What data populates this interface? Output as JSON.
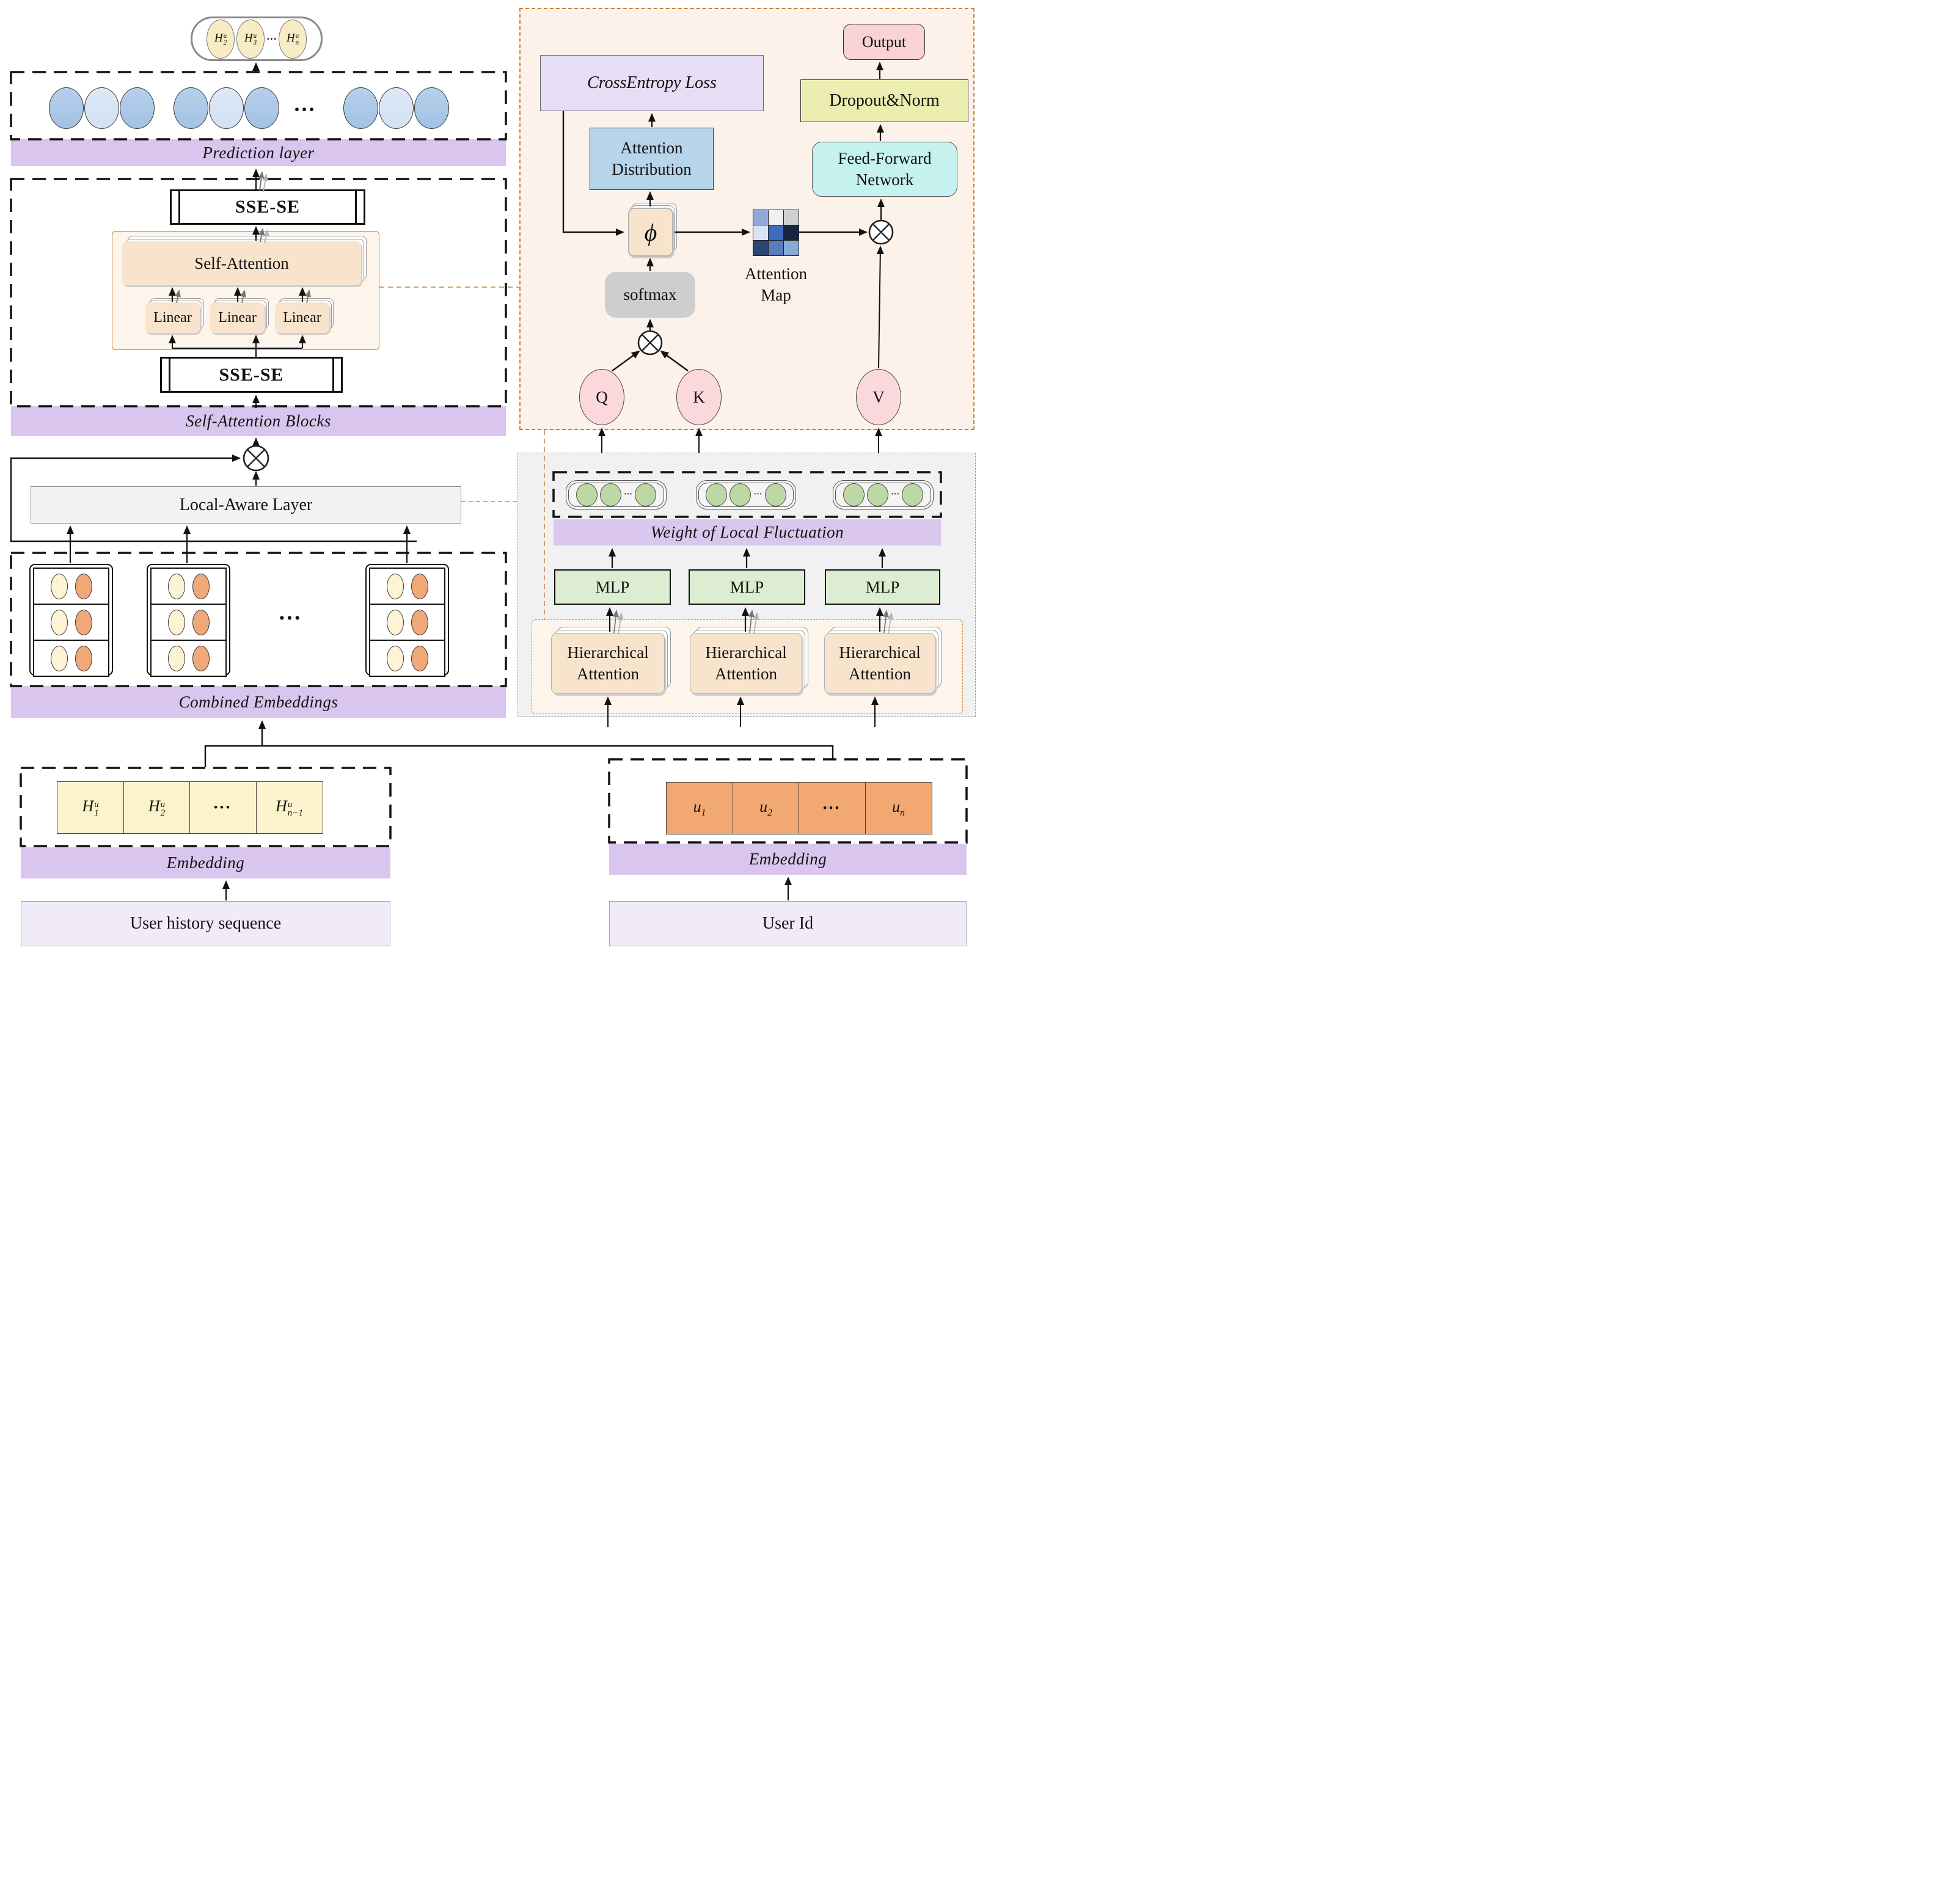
{
  "diagram": {
    "left": {
      "output_capsule": {
        "tokens": [
          {
            "base": "H",
            "sup": "u",
            "sub": "2"
          },
          {
            "base": "H",
            "sup": "u",
            "sub": "3"
          },
          {
            "dots": "···"
          },
          {
            "base": "H",
            "sup": "u",
            "sub": "n"
          }
        ]
      },
      "prediction_layer": {
        "label": "Prediction layer",
        "dots": "···"
      },
      "self_attention_blocks": {
        "label": "Self-Attention Blocks",
        "sse_se_top": "SSE-SE",
        "self_attention": "Self-Attention",
        "linear_labels": [
          "Linear",
          "Linear",
          "Linear"
        ],
        "sse_se_bottom": "SSE-SE"
      },
      "local_aware_layer": {
        "label": "Local-Aware Layer"
      },
      "combined_embeddings": {
        "label": "Combined Embeddings",
        "dots": "···"
      },
      "item_embedding": {
        "label": "Embedding",
        "cells": [
          {
            "base": "H",
            "sup": "u",
            "sub": "1"
          },
          {
            "base": "H",
            "sup": "u",
            "sub": "2"
          },
          {
            "dots": "•••"
          },
          {
            "base": "H",
            "sup": "u",
            "sub": "n−1"
          }
        ]
      },
      "user_history": {
        "label": "User history sequence"
      }
    },
    "right": {
      "attention_panel": {
        "output": "Output",
        "cross_entropy_loss": "CrossEntropy Loss",
        "dropout_norm": "Dropout&Norm",
        "attention_distribution": [
          "Attention",
          "Distribution"
        ],
        "feed_forward_network": [
          "Feed-Forward",
          "Network"
        ],
        "phi": "ϕ",
        "softmax": "softmax",
        "attention_map": {
          "label": [
            "Attention",
            "Map"
          ],
          "cells": [
            "#8fa8d8",
            "#f0f0f2",
            "#d0d0d3",
            "#dce2f4",
            "#3c6cbe",
            "#19253f",
            "#2a4474",
            "#5c7cc0",
            "#85abd8"
          ]
        },
        "q": "Q",
        "k": "K",
        "v": "V"
      },
      "local_fluctuation_panel": {
        "weight_label": "Weight of Local Fluctuation",
        "dots": "···",
        "mlp_labels": [
          "MLP",
          "MLP",
          "MLP"
        ],
        "hierarchical_attention": [
          "Hierarchical",
          "Attention"
        ]
      },
      "user_embedding": {
        "label": "Embedding",
        "cells": [
          {
            "base": "u",
            "sub": "1"
          },
          {
            "base": "u",
            "sub": "2"
          },
          {
            "dots": "•••"
          },
          {
            "base": "u",
            "sub": "n"
          }
        ]
      },
      "user_id": {
        "label": "User Id"
      }
    }
  },
  "colors": {
    "purple_bar": "#d9c5ed",
    "panel_pink_bg": "#fdf2e9",
    "panel_pink_border": "#c9813d",
    "gray_panel_bg": "#f1f1f1",
    "peach_card": "#f8e4cd",
    "yellow_token": "#fcf3cd",
    "orange_token": "#f2a871",
    "blue_dark": "#a9c6e6",
    "blue_light": "#d9e5f5",
    "green_circle": "#bcd8a4",
    "pink_node": "#fad8dc",
    "softmax_gray": "#cecece",
    "output_pink": "#f9d3d4",
    "dropout_yellow": "#ecedb0",
    "attn_dist_blue": "#b6d4ea",
    "ffn_cyan": "#c5f2ee",
    "cross_entropy_purple": "#e6def5",
    "local_aware_gray": "#f2f2f2",
    "light_purple_box": "#f1ebf9",
    "mlp_green": "#dcedd2"
  }
}
